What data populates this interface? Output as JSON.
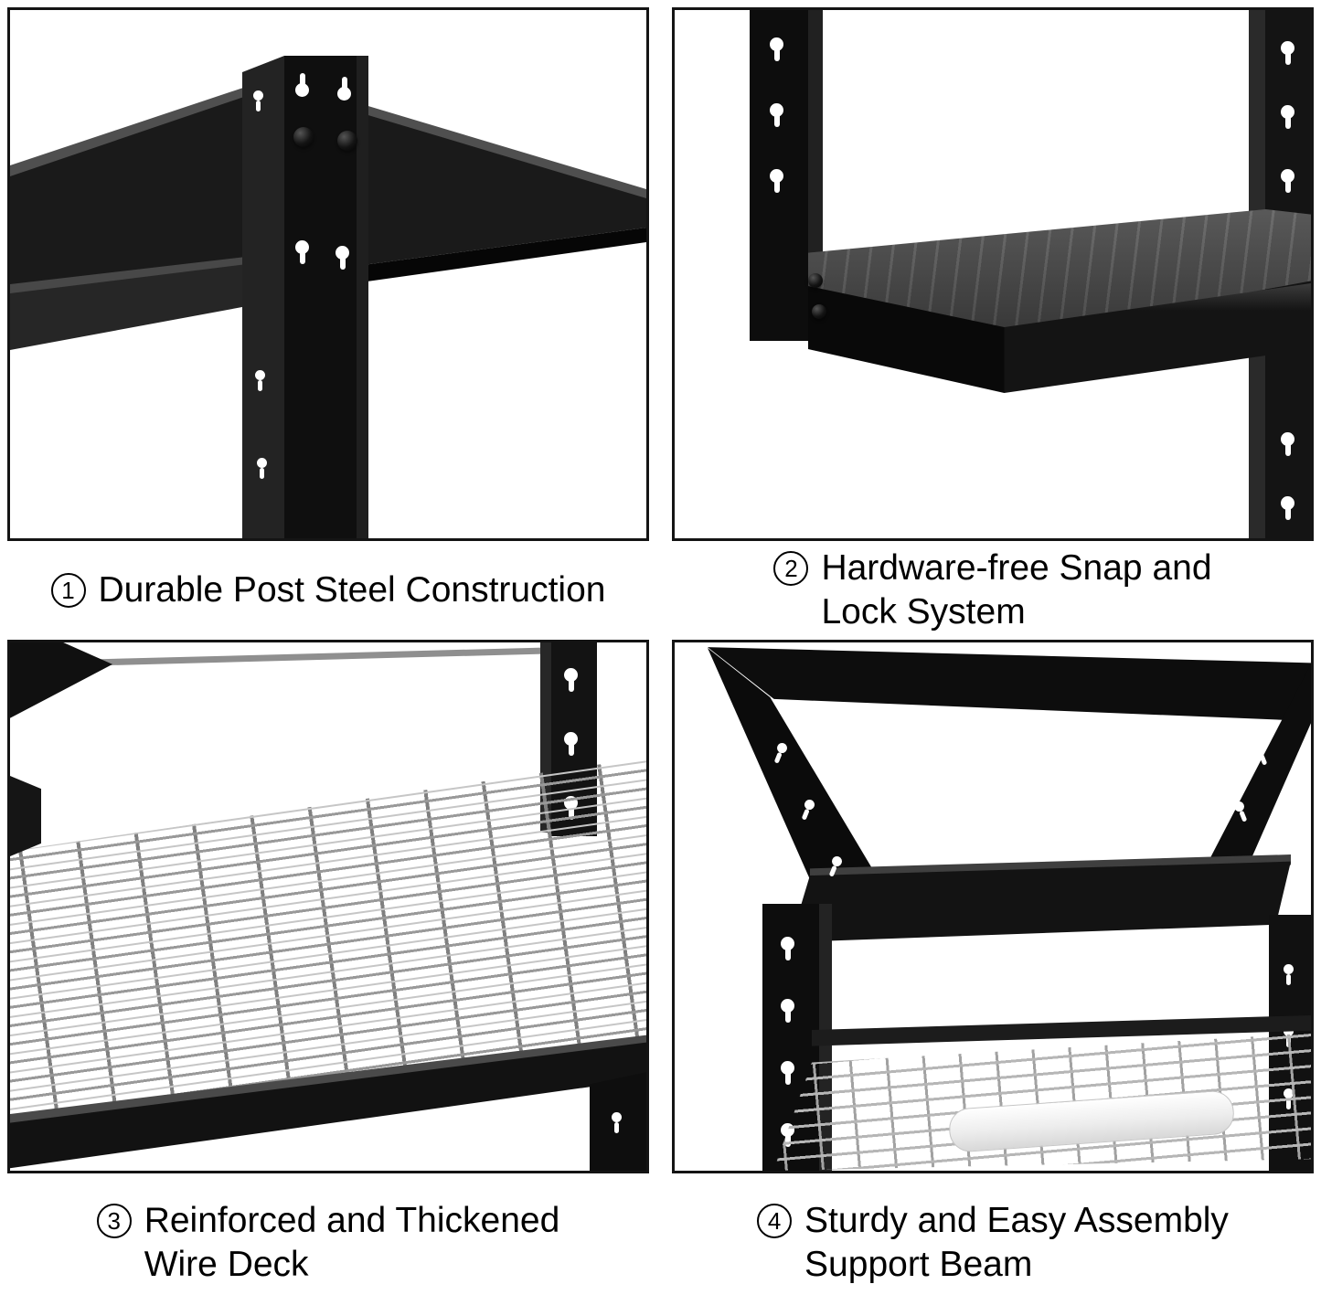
{
  "panels": [
    {
      "number": "1",
      "lines": [
        "Durable Post Steel Construction"
      ]
    },
    {
      "number": "2",
      "lines": [
        "Hardware-free Snap and",
        "Lock System"
      ]
    },
    {
      "number": "3",
      "lines": [
        "Reinforced and Thickened",
        "Wire Deck"
      ]
    },
    {
      "number": "4",
      "lines": [
        "Sturdy and Easy Assembly",
        "Support Beam"
      ]
    }
  ],
  "style": {
    "caption_color": "#000000",
    "border_color": "#141414",
    "background": "#ffffff",
    "steel_color": "#121212",
    "mesh_color": "#9a9a9a"
  }
}
